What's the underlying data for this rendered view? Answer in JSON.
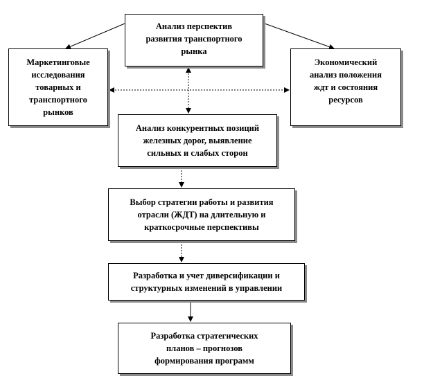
{
  "diagram": {
    "boxes": {
      "analysis_perspectives": [
        "Анализ перспектив",
        "развития транспортного",
        "рынка"
      ],
      "marketing": [
        "Маркетинговые",
        "исследования",
        "товарных и",
        "транспортного",
        "рынков"
      ],
      "economic": [
        "Экономический",
        "анализ  положения",
        "ждт  и состояния",
        "ресурсов"
      ],
      "competitive": [
        "Анализ конкурентных позиций",
        "железных дорог, выявление",
        "сильных и слабых сторон"
      ],
      "strategy": [
        "Выбор стратегии работы и развития",
        "отрасли (ЖДТ) на длительную и",
        "краткосрочные перспективы"
      ],
      "diversification": [
        "Разработка и учет диверсификации  и",
        "структурных  изменений в управлении"
      ],
      "plans": [
        "Разработка стратегических",
        "планов – прогнозов",
        "формирования программ"
      ]
    }
  }
}
